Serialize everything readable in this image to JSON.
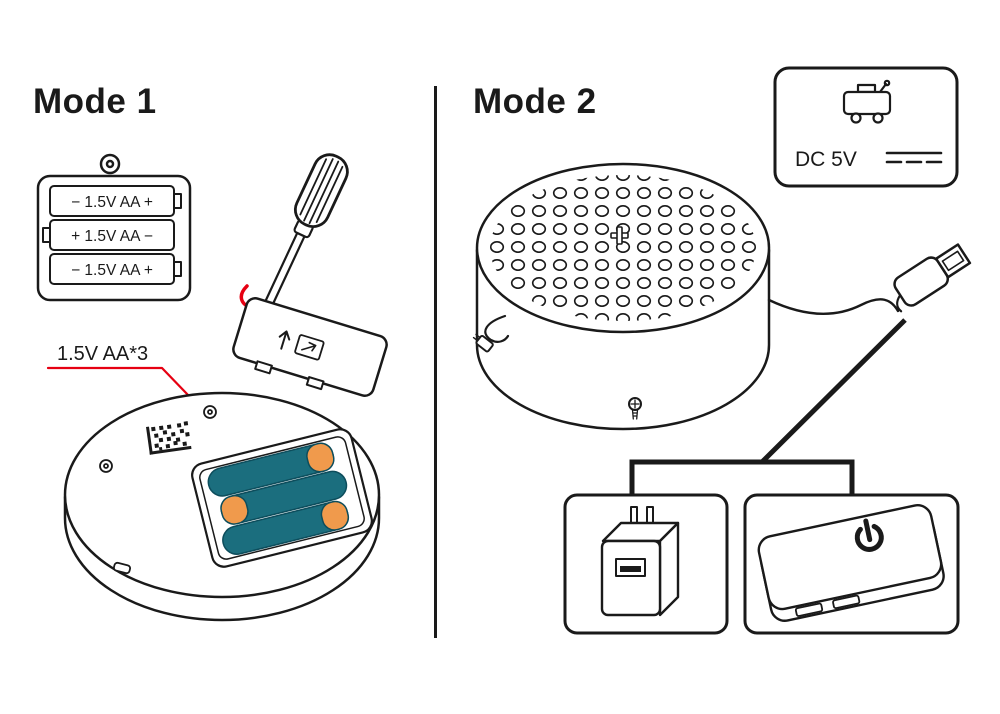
{
  "mode1": {
    "title": "Mode 1",
    "battery_slots": [
      "−  1.5V AA  +",
      "+  1.5V AA  −",
      "−  1.5V AA  +"
    ],
    "callout": "1.5V AA*3"
  },
  "mode2": {
    "title": "Mode 2",
    "power_spec": "DC  5V"
  },
  "colors": {
    "line": "#1a1a1a",
    "accent_red": "#e60012",
    "battery_body_teal": "#1b6e7e",
    "battery_cap_orange": "#f09a4c"
  },
  "icons": {
    "battery-compartment-icon": "svg-shape",
    "screwdriver-icon": "svg-shape",
    "unscrew-arrow-icon": "svg-shape",
    "battery-cover-icon": "svg-shape",
    "device-bottom-icon": "svg-shape",
    "qr-code-icon": "svg-shape",
    "aa-batteries-icon": "svg-shape",
    "toy-device-icon": "svg-shape",
    "dc-symbol-icon": "svg-shape",
    "device-top-icon": "svg-shape",
    "axle-cross-icon": "svg-shape",
    "aux-cable-icon": "svg-shape",
    "screw-icon": "svg-shape",
    "usb-plug-icon": "svg-shape",
    "wall-adapter-icon": "svg-shape",
    "power-bank-icon": "svg-shape",
    "power-symbol-icon": "svg-shape"
  }
}
